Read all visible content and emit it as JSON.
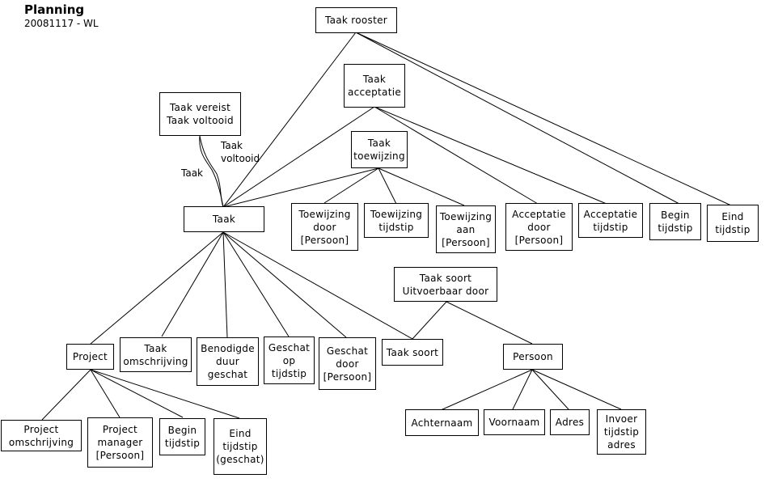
{
  "header": {
    "title": "Planning",
    "subtitle": "20081117 - WL"
  },
  "nodes": {
    "taak_rooster": "Taak rooster",
    "taak_acceptatie": "Taak\nacceptatie",
    "taak_vereist": "Taak vereist\nTaak voltooid",
    "taak_toewijzing": "Taak\ntoewijzing",
    "taak": "Taak",
    "toewijzing_door": "Toewijzing\ndoor\n[Persoon]",
    "toewijzing_tijdstip": "Toewijzing\ntijdstip",
    "toewijzing_aan": "Toewijzing\naan\n[Persoon]",
    "acceptatie_door": "Acceptatie\ndoor\n[Persoon]",
    "acceptatie_tijdstip": "Acceptatie\ntijdstip",
    "begin_tijdstip": "Begin\ntijdstip",
    "eind_tijdstip": "Eind\ntijdstip",
    "taak_soort_uitvoerbaar": "Taak soort\nUitvoerbaar door",
    "project": "Project",
    "taak_omschrijving": "Taak\nomschrijving",
    "benodigde_duur": "Benodigde\nduur\ngeschat",
    "geschat_op": "Geschat\nop\ntijdstip",
    "geschat_door": "Geschat\ndoor\n[Persoon]",
    "taak_soort": "Taak soort",
    "persoon": "Persoon",
    "project_omschrijving": "Project\nomschrijving",
    "project_manager": "Project\nmanager\n[Persoon]",
    "project_begin": "Begin\ntijdstip",
    "project_eind": "Eind\ntijdstip\n(geschat)",
    "achternaam": "Achternaam",
    "voornaam": "Voornaam",
    "adres": "Adres",
    "invoer_tijdstip_adres": "Invoer\ntijdstip\nadres"
  },
  "edge_labels": {
    "taak": "Taak",
    "taak_voltooid": "Taak\nvoltooid"
  }
}
